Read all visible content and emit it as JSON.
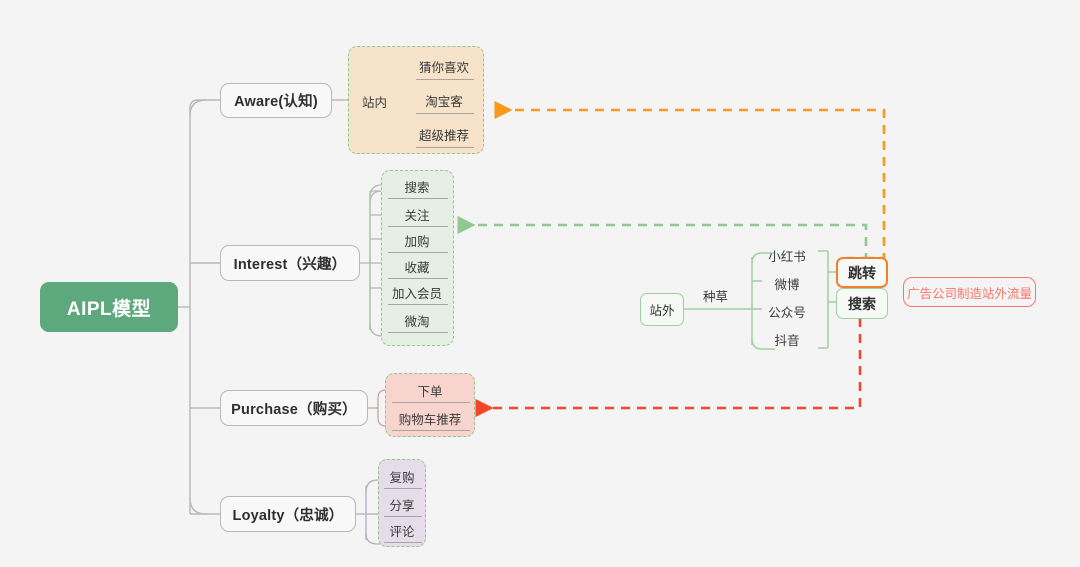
{
  "diagram": {
    "title": "AIPL模型",
    "root": {
      "label": "AIPL模型"
    },
    "stages": [
      {
        "key": "aware",
        "label": "Aware(认知)",
        "group_label": "站内",
        "items": [
          "猜你喜欢",
          "淘宝客",
          "超级推荐"
        ]
      },
      {
        "key": "interest",
        "label": "Interest（兴趣）",
        "group_label": "",
        "items": [
          "搜索",
          "关注",
          "加购",
          "收藏",
          "加入会员",
          "微淘"
        ]
      },
      {
        "key": "purchase",
        "label": "Purchase（购买）",
        "group_label": "",
        "items": [
          "下单",
          "购物车推荐"
        ]
      },
      {
        "key": "loyalty",
        "label": "Loyalty（忠诚）",
        "group_label": "",
        "items": [
          "复购",
          "分享",
          "评论"
        ]
      }
    ],
    "offsite": {
      "source": "站外",
      "edge_label": "种草",
      "platforms": [
        "小红书",
        "微博",
        "公众号",
        "抖音"
      ],
      "actions": [
        {
          "key": "hop",
          "label": "跳转"
        },
        {
          "key": "search",
          "label": "搜索"
        }
      ]
    },
    "annotation": {
      "label": "广告公司制造站外流量"
    },
    "colors": {
      "background": "#f4f4f4",
      "root": "#5ea87d",
      "stage_border": "#b9b9b9",
      "panel_dash": "#8fc98f",
      "aware_fill": "#f6e3ca",
      "interest_fill": "#e5efe4",
      "purchase_fill": "#f7d4cd",
      "loyalty_fill": "#e6dcea",
      "green_accent": "#7fc07f",
      "orange_accent": "#f8991d",
      "red_accent": "#f2462a",
      "note": "#f8766d"
    },
    "flows": [
      {
        "key": "hop-to-aware",
        "from": "跳转",
        "to": "Aware(认知)",
        "color": "#f8991d"
      },
      {
        "key": "hop-to-interest",
        "from": "跳转",
        "to": "Interest（兴趣）",
        "color": "#7fc07f"
      },
      {
        "key": "search-to-purchase",
        "from": "搜索",
        "to": "Purchase（购买）",
        "color": "#f2462a"
      }
    ]
  }
}
